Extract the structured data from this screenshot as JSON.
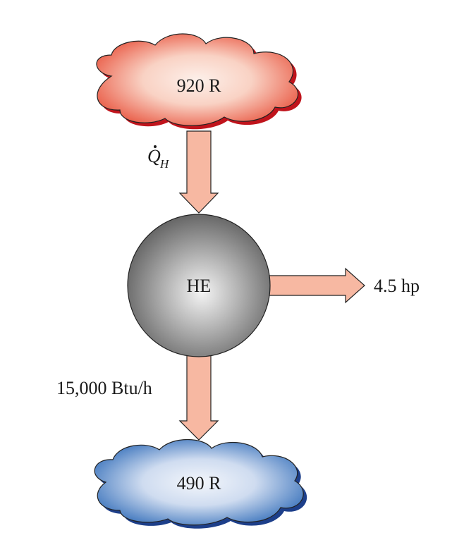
{
  "diagram": {
    "hot_reservoir": {
      "label": "920 R",
      "color": "#e8503a"
    },
    "cold_reservoir": {
      "label": "490 R",
      "color": "#2f6bb8"
    },
    "engine": {
      "label": "HE",
      "color": "#8a8a8a"
    },
    "heat_in": {
      "symbol": "Q",
      "subscript": "H"
    },
    "work_out": {
      "label": "4.5 hp"
    },
    "heat_out": {
      "label": "15,000 Btu/h"
    },
    "arrow_color": "#f7b8a2"
  }
}
